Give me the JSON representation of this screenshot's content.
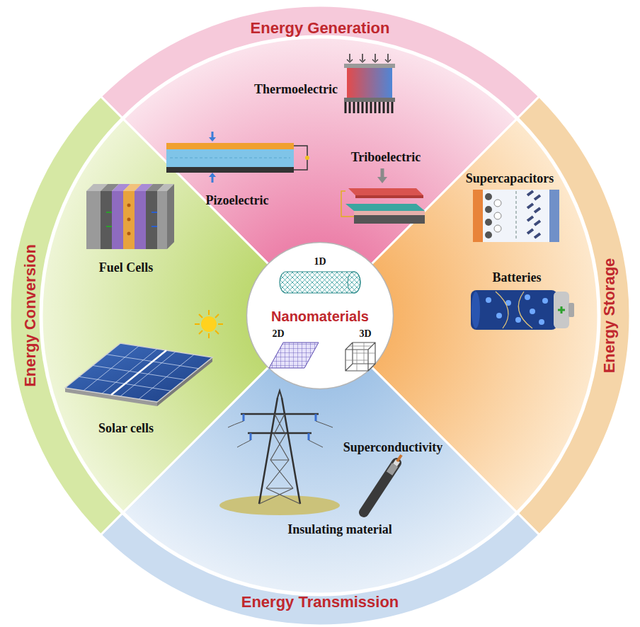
{
  "diagram": {
    "nodes": [
      {
        "text": [
          "Energy Generation",
          "Thermoelectric",
          "Triboelectric",
          "Pizoelectric"
        ]
      },
      {
        "text": [
          "Energy Storage",
          "Supercapacitors",
          "Batteries"
        ]
      },
      {
        "text": [
          "Energy Transmission",
          "Superconductivity",
          "Insulating material"
        ]
      },
      {
        "text": [
          "Energy Conversion",
          "Fuel Cells",
          "Solar cells"
        ]
      },
      {
        "text": [
          "Nanomaterials"
        ]
      }
    ],
    "labels": [
      "1D",
      "2D",
      "3D"
    ]
  }
}
